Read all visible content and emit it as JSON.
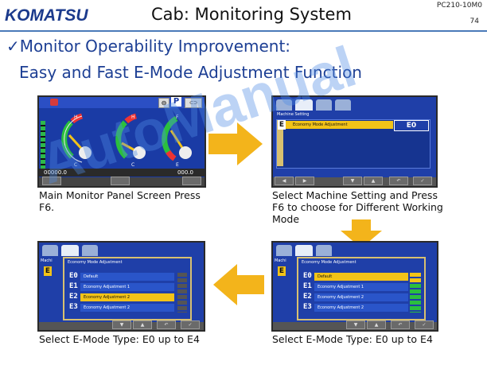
{
  "header": {
    "logo": "KOMATSU",
    "title": "Cab: Monitoring System",
    "model": "PC210-10M0",
    "page": "74"
  },
  "heading": {
    "check": "✓",
    "line1": "Monitor Operability Improvement:",
    "line2": "Easy and Fast E-Mode Adjustment Function"
  },
  "captions": {
    "c1": "Main Monitor Panel Screen Press F6.",
    "c2": "Select Machine Setting and Press F6 to choose for Different Working Mode",
    "c3": "Select E-Mode Type: E0 up to E4",
    "c4": "Select E-Mode Type: E0 up to E4"
  },
  "monitor": {
    "hours": "00000.0",
    "fuel_rate": "000.0",
    "gauge_high": "H",
    "gauge_low": "C",
    "fuel_full": "F",
    "fuel_empty": "E",
    "mode_p": "P"
  },
  "machine_setting": {
    "header": "Machine Setting",
    "row_letter": "E",
    "row_label": "Economy Mode Adjustment",
    "row_value": "E0"
  },
  "emode": {
    "header": "Economy Mode Adjustment",
    "left_bg_label": "Machi",
    "left_bg_letter": "E",
    "left_rows": [
      {
        "code": "E0",
        "label": "Default"
      },
      {
        "code": "E1",
        "label": "Economy Adjustment 1"
      },
      {
        "code": "E2",
        "label": "Economy Adjustment 2"
      },
      {
        "code": "E3",
        "label": "Economy Adjustment 2"
      }
    ],
    "right_rows": [
      {
        "code": "E0",
        "label": "Default"
      },
      {
        "code": "E1",
        "label": "Economy Adjustment 1"
      },
      {
        "code": "E2",
        "label": "Economy Adjustment 2"
      },
      {
        "code": "E3",
        "label": "Economy Adjustment 2"
      }
    ]
  },
  "watermark": "AutoManual",
  "colors": {
    "brand": "#1b3a8c",
    "heading": "#1d3f94",
    "screen_blue": "#1f3fa8",
    "selection": "#f2c318",
    "arrow": "#f3b41b"
  }
}
